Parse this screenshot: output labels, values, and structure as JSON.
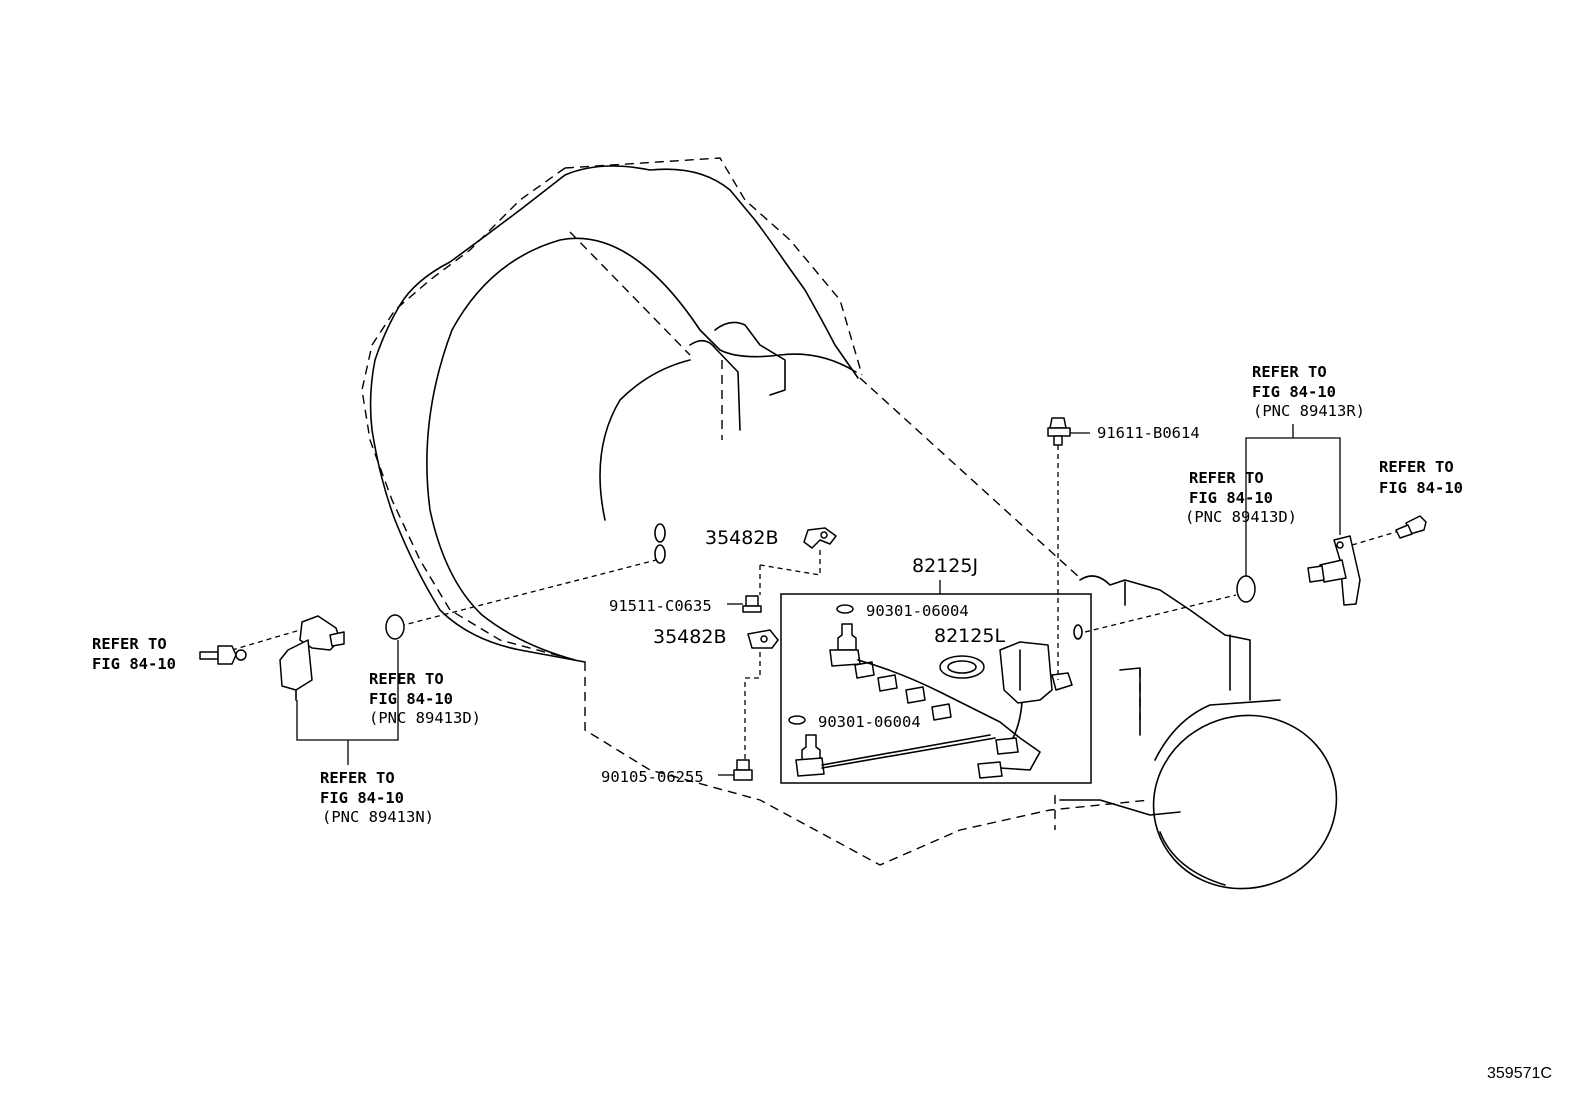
{
  "parts": {
    "p_35482b_top": "35482B",
    "p_35482b_mid": "35482B",
    "p_91511": "91511-C0635",
    "p_90105": "90105-06255",
    "p_82125j": "82125J",
    "p_82125l": "82125L",
    "p_90301_a": "90301-06004",
    "p_90301_b": "90301-06004",
    "p_91611": "91611-B0614"
  },
  "references": {
    "left_bolt": {
      "l1": "REFER TO",
      "l2": "FIG 84-10"
    },
    "left_oring": {
      "l1": "REFER TO",
      "l2": "FIG 84-10",
      "l3": "(PNC 89413D)"
    },
    "left_sensor": {
      "l1": "REFER TO",
      "l2": "FIG 84-10",
      "l3": "(PNC 89413N)"
    },
    "right_sensor": {
      "l1": "REFER TO",
      "l2": "FIG 84-10",
      "l3": "(PNC 89413R)"
    },
    "right_oring": {
      "l1": "REFER TO",
      "l2": "FIG 84-10",
      "l3": "(PNC 89413D)"
    },
    "right_bolt": {
      "l1": "REFER TO",
      "l2": "FIG 84-10"
    }
  },
  "figure_number": "359571C"
}
